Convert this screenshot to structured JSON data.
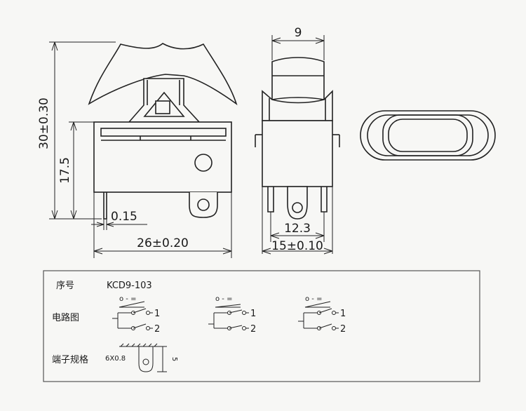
{
  "drawing": {
    "dims": {
      "total_height": "30±0.30",
      "body_height": "17.5",
      "pin_offset": "0.15",
      "width": "26±0.20",
      "rocker_width": "9",
      "pin_span": "12.3",
      "body_depth": "15±0.10"
    }
  },
  "table": {
    "row_serial_label": "序号",
    "model": "KCD9-103",
    "row_circuit_label": "电路图",
    "row_terminal_label": "端子规格",
    "terminal_size": "6X0.8",
    "terminal_height": "5",
    "circuits": [
      {
        "marks": "o - =",
        "pin1": "1",
        "pin2": "2"
      },
      {
        "marks": "o - =",
        "pin1": "1",
        "pin2": "2"
      },
      {
        "marks": "o - =",
        "pin1": "1",
        "pin2": "2"
      }
    ]
  }
}
